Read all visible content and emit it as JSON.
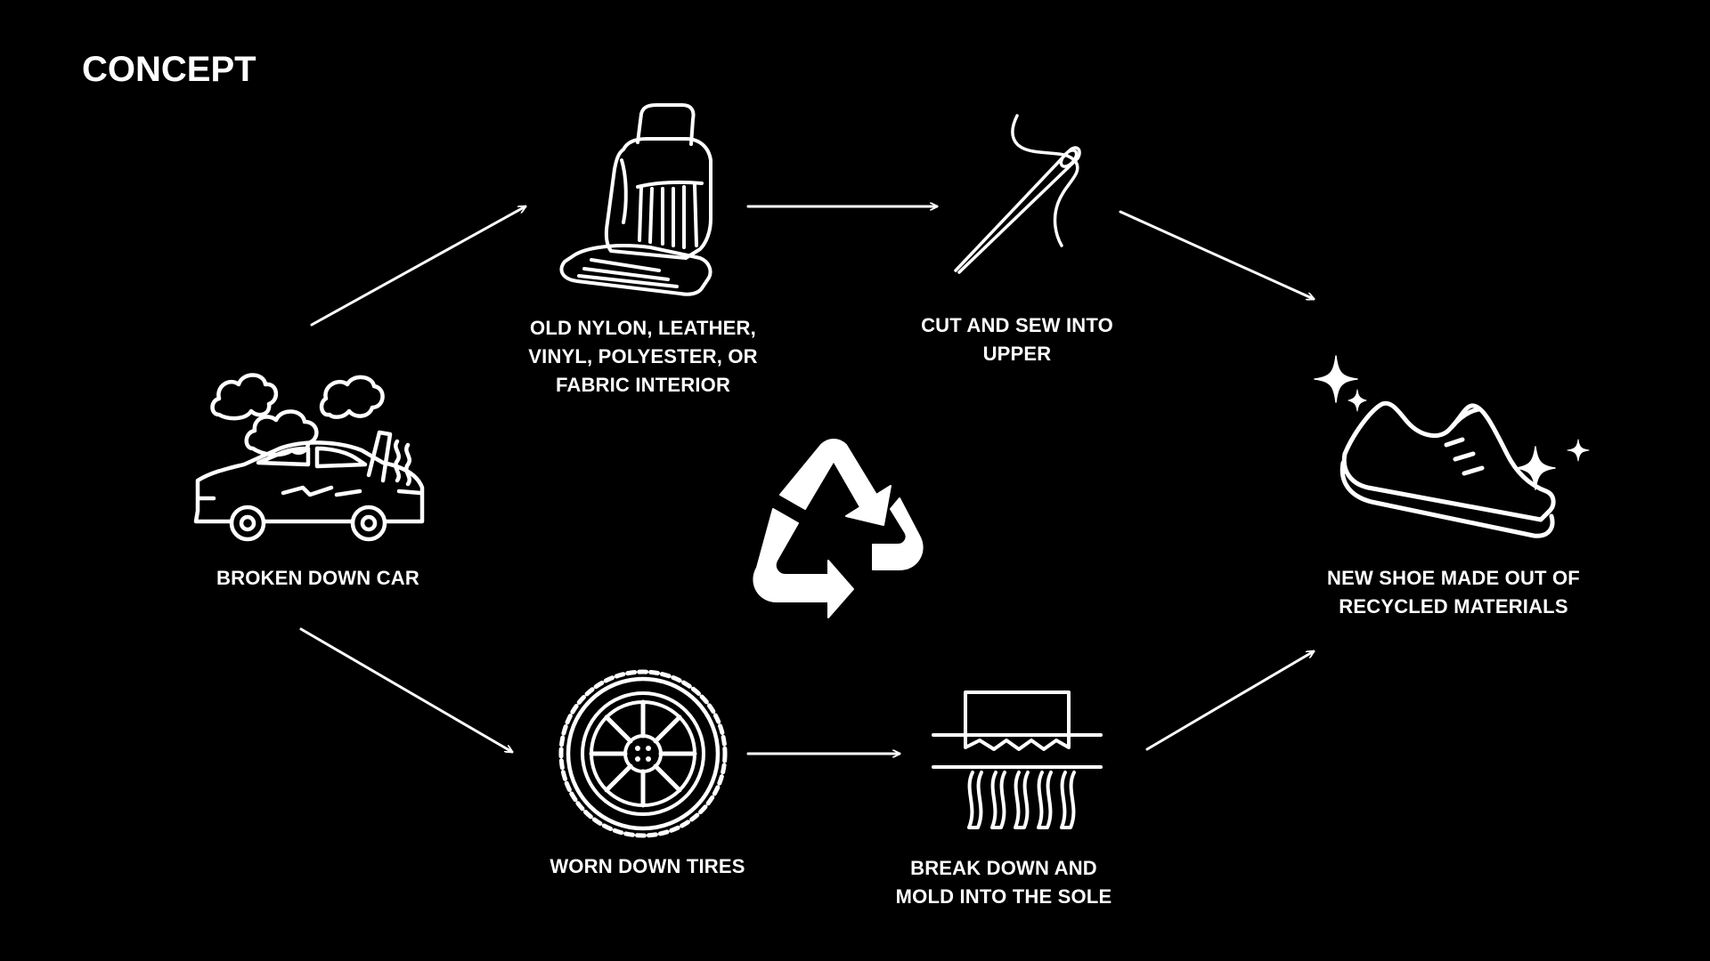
{
  "title": "CONCEPT",
  "colors": {
    "background": "#000000",
    "foreground": "#ffffff"
  },
  "nodes": {
    "car": {
      "icon": "broken-car-icon",
      "lines": [
        "BROKEN DOWN CAR"
      ]
    },
    "seat": {
      "icon": "car-seat-icon",
      "lines": [
        "OLD NYLON, LEATHER,",
        "VINYL, POLYESTER, OR",
        "FABRIC INTERIOR"
      ]
    },
    "sew": {
      "icon": "needle-thread-icon",
      "lines": [
        "CUT AND SEW INTO",
        "UPPER"
      ]
    },
    "tire": {
      "icon": "tire-icon",
      "lines": [
        "WORN DOWN TIRES"
      ]
    },
    "mold": {
      "icon": "shredder-icon",
      "lines": [
        "BREAK DOWN AND",
        "MOLD INTO THE SOLE"
      ]
    },
    "shoe": {
      "icon": "sparkling-shoe-icon",
      "lines": [
        "NEW SHOE MADE OUT OF",
        "RECYCLED MATERIALS"
      ]
    }
  },
  "center_icon": "recycle-icon"
}
